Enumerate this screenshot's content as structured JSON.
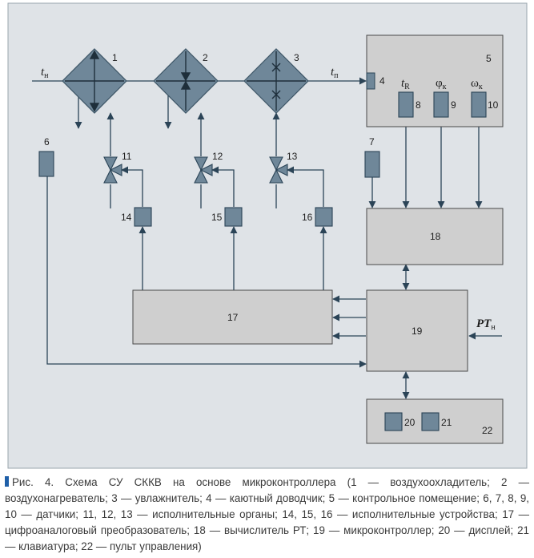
{
  "diagram": {
    "colors": {
      "background": "#dfe3e7",
      "frame": "#9aa4ad",
      "block_fill": "#cfcfcf",
      "block_stroke": "#4a4a4a",
      "device_fill": "#6f8799",
      "line": "#2b4457"
    },
    "labels": {
      "n1": "1",
      "n2": "2",
      "n3": "3",
      "n4": "4",
      "n5": "5",
      "n6": "6",
      "n7": "7",
      "n8": "8",
      "n9": "9",
      "n10": "10",
      "n11": "11",
      "n12": "12",
      "n13": "13",
      "n14": "14",
      "n15": "15",
      "n16": "16",
      "n17": "17",
      "n18": "18",
      "n19": "19",
      "n20": "20",
      "n21": "21",
      "n22": "22"
    },
    "signals": {
      "t_in": {
        "main": "t",
        "sub": "н"
      },
      "t_out": {
        "main": "t",
        "sub": "п"
      },
      "t_r": {
        "main": "t",
        "sub": "R"
      },
      "phi": {
        "main": "φ",
        "sub": "к"
      },
      "omega": {
        "main": "ω",
        "sub": "к"
      },
      "pt": {
        "main": "PT",
        "sub": "н"
      }
    }
  },
  "caption": {
    "text": "Рис. 4. Схема СУ СККВ на основе микроконтроллера (1 — воздухоохладитель; 2 — воздухонагреватель; 3 — увлажнитель; 4 — каютный доводчик; 5 — контрольное помещение; 6, 7, 8, 9, 10 — датчики; 11, 12, 13 — исполнительные органы; 14, 15, 16 — исполнительные устройства; 17 — цифроаналоговый преобразователь; 18 — вычислитель РТ; 19 — микроконтроллер; 20 — дисплей; 21 — клавиатура; 22 — пульт управления)"
  }
}
